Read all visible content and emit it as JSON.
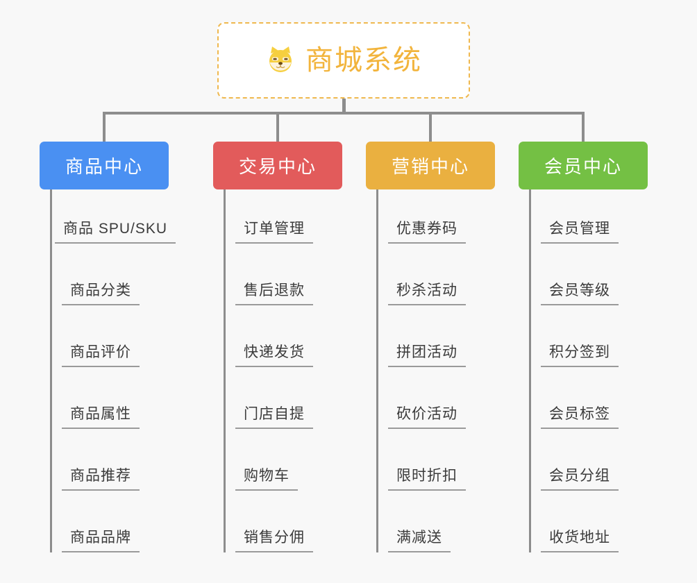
{
  "diagram": {
    "title": "商城系统",
    "root": {
      "label": "商城系统",
      "icon": "shiba-dog-face-icon",
      "border_color": "#efb84e",
      "text_color": "#f2b43c",
      "background": "#ffffff"
    },
    "background_color": "#f8f8f8",
    "connector_color": "#8d8d8d",
    "leaf_text_color": "#3b3b3b",
    "leaf_underline_color": "#9a9a9a",
    "columns": [
      {
        "label": "商品中心",
        "color": "#4a90f2",
        "items": [
          "商品 SPU/SKU",
          "商品分类",
          "商品评价",
          "商品属性",
          "商品推荐",
          "商品品牌"
        ]
      },
      {
        "label": "交易中心",
        "color": "#e25b5b",
        "items": [
          "订单管理",
          "售后退款",
          "快递发货",
          "门店自提",
          "购物车",
          "销售分佣"
        ]
      },
      {
        "label": "营销中心",
        "color": "#eab040",
        "items": [
          "优惠券码",
          "秒杀活动",
          "拼团活动",
          "砍价活动",
          "限时折扣",
          "满减送"
        ]
      },
      {
        "label": "会员中心",
        "color": "#74c044",
        "items": [
          "会员管理",
          "会员等级",
          "积分签到",
          "会员标签",
          "会员分组",
          "收货地址"
        ]
      }
    ]
  }
}
